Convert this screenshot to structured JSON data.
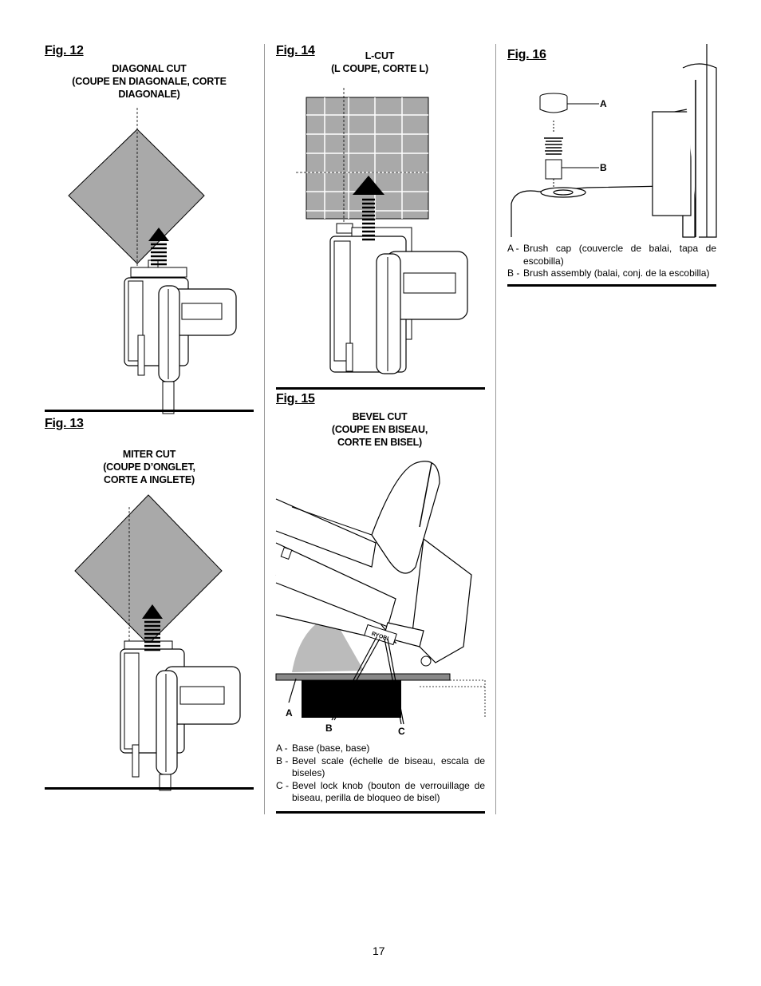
{
  "fig12": {
    "label": "Fig. 12",
    "caption_line1": "DIAGONAL CUT",
    "caption_line2": "(COUPE EN DIAGONALE, CORTE",
    "caption_line3": "DIAGONALE)"
  },
  "fig13": {
    "label": "Fig. 13",
    "caption_line1": "MITER CUT",
    "caption_line2": "(COUPE D’ONGLET,",
    "caption_line3": "CORTE A INGLETE)"
  },
  "fig14": {
    "label": "Fig. 14",
    "caption_line1": "L-CUT",
    "caption_line2": "(L COUPE, CORTE L)"
  },
  "fig15": {
    "label": "Fig. 15",
    "caption_line1": "BEVEL CUT",
    "caption_line2": "(COUPE EN BISEAU,",
    "caption_line3": "CORTE EN BISEL)",
    "callouts": {
      "a": "A",
      "b": "B",
      "c": "C"
    },
    "brand": "RYOBI",
    "legend": [
      {
        "key": "A -",
        "text": "Base (base, base)"
      },
      {
        "key": "B -",
        "text": "Bevel scale (échelle de biseau, escala de biseles)"
      },
      {
        "key": "C -",
        "text": "Bevel lock knob (bouton de verrouillage de biseau, perilla de bloqueo de bisel)"
      }
    ]
  },
  "fig16": {
    "label": "Fig. 16",
    "callouts": {
      "a": "A",
      "b": "B"
    },
    "legend": [
      {
        "key": "A -",
        "text": "Brush cap (couvercle de balai, tapa de escobilla)"
      },
      {
        "key": "B -",
        "text": "Brush assembly (balai, conj. de la escobilla)"
      }
    ]
  },
  "page_number": "17"
}
